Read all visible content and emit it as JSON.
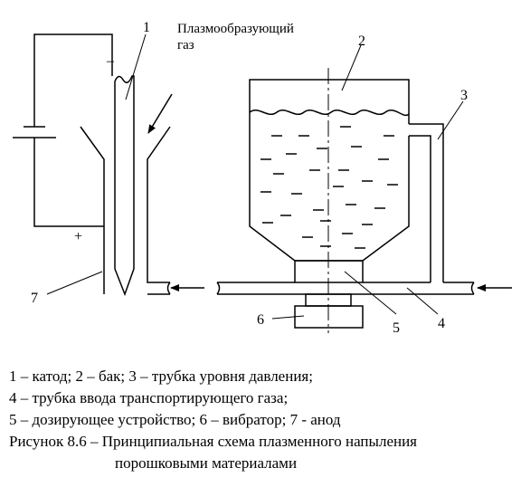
{
  "diagram": {
    "labels": {
      "n1": "1",
      "n2": "2",
      "n3": "3",
      "n4": "4",
      "n5": "5",
      "n6": "6",
      "n7": "7",
      "gas_line1": "Плазмообразующий",
      "gas_line2": "газ",
      "minus": "–",
      "plus": "+"
    }
  },
  "caption": {
    "legend_line1": "1 – катод; 2 – бак; 3 – трубка уровня давления;",
    "legend_line2": "4 – трубка ввода транспортирующего газа;",
    "legend_line3": "5 – дозирующее устройство; 6 – вибратор; 7 - анод",
    "figure_line1": "Рисунок 8.6 – Принципиальная схема плазменного напыления",
    "figure_line2": "порошковыми материалами"
  }
}
